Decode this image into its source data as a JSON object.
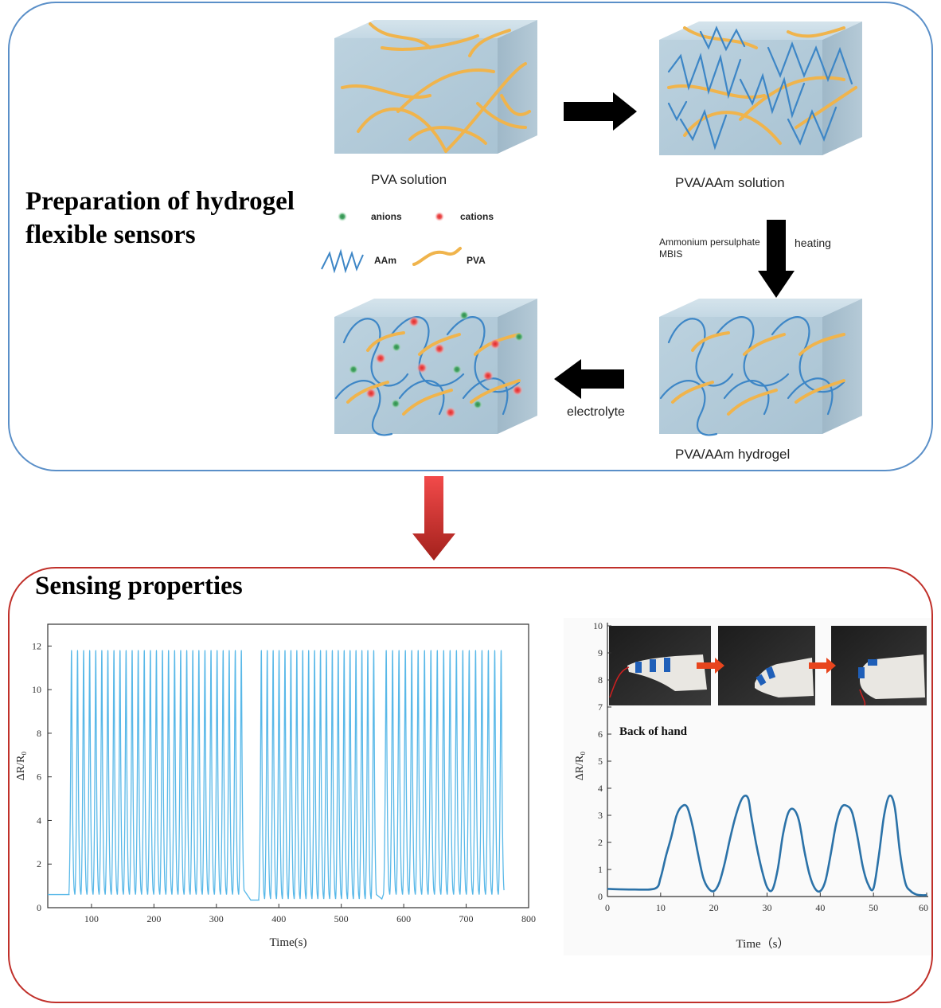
{
  "top_panel": {
    "title_line1": "Preparation of hydrogel",
    "title_line2": "flexible sensors",
    "boxes": {
      "pva_solution": "PVA solution",
      "pva_aam_solution": "PVA/AAm solution",
      "pva_aam_hydrogel": "PVA/AAm hydrogel"
    },
    "legend": {
      "anions": "anions",
      "cations": "cations",
      "aam": "AAm",
      "pva": "PVA"
    },
    "step_labels": {
      "reagent_line1": "Ammonium persulphate",
      "reagent_line2": "MBIS",
      "heating": "heating",
      "electrolyte": "electrolyte"
    },
    "colors": {
      "border": "#5a8fc8",
      "pva": "#f0b44c",
      "aam": "#3d86c6",
      "anion": "#3d9a5a",
      "cation": "#e04040",
      "box": "#b9cfdc"
    }
  },
  "bottom_panel": {
    "title": "Sensing properties",
    "photo_caption": "Back of hand",
    "colors": {
      "border": "#c0302a",
      "line_left": "#58b8e8",
      "line_right": "#2b72a8"
    }
  },
  "chart_data": [
    {
      "type": "line",
      "title": "",
      "xlabel": "Time(s)",
      "ylabel": "ΔR/R₀",
      "xlim": [
        30,
        800
      ],
      "ylim": [
        0,
        13
      ],
      "xticks": [
        100,
        200,
        300,
        400,
        500,
        600,
        700,
        800
      ],
      "yticks": [
        0,
        2,
        4,
        6,
        8,
        10,
        12
      ],
      "baseline_segments": [
        {
          "x": [
            30,
            65
          ],
          "y": 0.6
        },
        {
          "x": [
            355,
            368
          ],
          "y": 0.35
        }
      ],
      "peak_groups": [
        {
          "x_start": 68,
          "x_end": 340,
          "count": 29,
          "peak": 11.8,
          "trough": 0.6
        },
        {
          "x_start": 372,
          "x_end": 552,
          "count": 20,
          "peak": 11.8,
          "trough": 0.4
        },
        {
          "x_start": 572,
          "x_end": 756,
          "count": 19,
          "peak": 11.8,
          "trough": 0.6
        }
      ],
      "grid": false,
      "legend": "none"
    },
    {
      "type": "line",
      "title": "",
      "xlabel": "Time（s）",
      "ylabel": "ΔR/R₀",
      "xlim": [
        0,
        60
      ],
      "ylim": [
        0,
        10
      ],
      "xticks": [
        0,
        10,
        20,
        30,
        40,
        50,
        60
      ],
      "yticks": [
        0,
        1,
        2,
        3,
        4,
        5,
        6,
        7,
        8,
        9,
        10
      ],
      "series": [
        {
          "x": [
            0,
            5,
            9,
            10,
            11,
            12,
            13,
            14,
            15,
            16,
            17,
            18,
            19,
            20,
            21,
            22,
            23,
            24,
            25,
            25.8,
            26.5,
            27,
            28,
            29,
            30,
            31,
            32,
            33,
            34,
            35,
            36,
            37,
            38,
            39,
            40,
            41,
            42,
            43,
            44,
            45,
            46,
            47,
            48,
            49,
            50,
            51,
            52,
            53,
            54,
            55,
            56,
            57,
            58,
            59,
            60
          ],
          "y": [
            0.28,
            0.26,
            0.3,
            0.7,
            1.5,
            2.2,
            3.0,
            3.33,
            3.3,
            2.6,
            1.6,
            0.7,
            0.3,
            0.2,
            0.5,
            1.2,
            2.1,
            2.9,
            3.5,
            3.72,
            3.6,
            3.0,
            1.9,
            1.0,
            0.35,
            0.25,
            1.0,
            2.3,
            3.1,
            3.22,
            2.8,
            1.7,
            0.8,
            0.3,
            0.2,
            0.6,
            1.6,
            2.7,
            3.3,
            3.35,
            3.1,
            2.2,
            1.1,
            0.45,
            0.3,
            1.5,
            3.0,
            3.72,
            3.3,
            1.6,
            0.5,
            0.2,
            0.08,
            0.05,
            0.05
          ]
        }
      ],
      "grid": false,
      "legend": "none"
    }
  ]
}
